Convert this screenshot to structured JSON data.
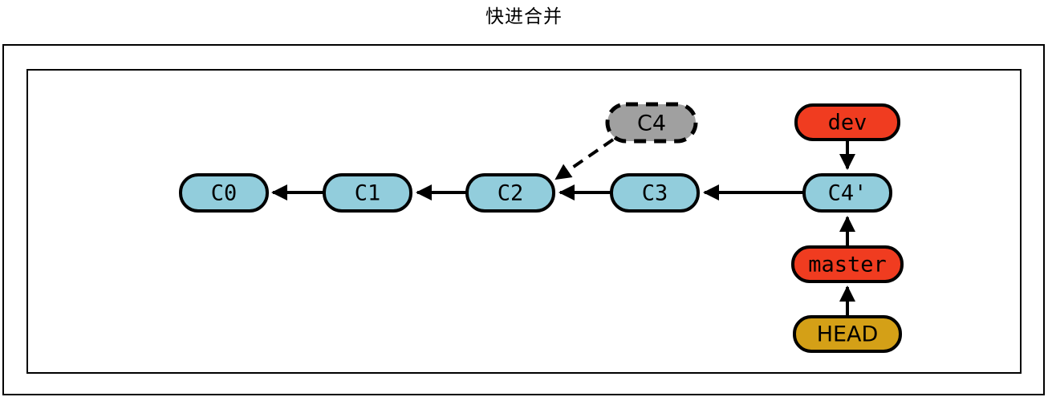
{
  "page": {
    "title": "快进合并",
    "background_color": "#ffffff"
  },
  "colors": {
    "commit_fill": "#92CDDC",
    "obsolete_commit_fill": "#A0A0A0",
    "branch_fill": "#F03C20",
    "head_fill": "#D4A017",
    "stroke": "#000000"
  },
  "diagram": {
    "type": "git-commit-graph",
    "commits": [
      {
        "id": "c0",
        "label": "C0",
        "kind": "commit",
        "style": "solid"
      },
      {
        "id": "c1",
        "label": "C1",
        "kind": "commit",
        "style": "solid"
      },
      {
        "id": "c2",
        "label": "C2",
        "kind": "commit",
        "style": "solid"
      },
      {
        "id": "c3",
        "label": "C3",
        "kind": "commit",
        "style": "solid"
      },
      {
        "id": "c4prime",
        "label": "C4'",
        "kind": "commit",
        "style": "solid"
      },
      {
        "id": "c4",
        "label": "C4",
        "kind": "obsolete-commit",
        "style": "dashed"
      }
    ],
    "refs": [
      {
        "id": "dev",
        "label": "dev",
        "kind": "branch"
      },
      {
        "id": "master",
        "label": "master",
        "kind": "branch"
      },
      {
        "id": "head",
        "label": "HEAD",
        "kind": "head-pointer"
      }
    ],
    "edges": [
      {
        "from": "c1",
        "to": "c0",
        "style": "solid"
      },
      {
        "from": "c2",
        "to": "c1",
        "style": "solid"
      },
      {
        "from": "c3",
        "to": "c2",
        "style": "solid"
      },
      {
        "from": "c4prime",
        "to": "c3",
        "style": "solid"
      },
      {
        "from": "c4",
        "to": "c2",
        "style": "dashed"
      },
      {
        "from": "dev",
        "to": "c4prime",
        "style": "solid"
      },
      {
        "from": "master",
        "to": "c4prime",
        "style": "solid"
      },
      {
        "from": "head",
        "to": "master",
        "style": "solid"
      }
    ]
  }
}
